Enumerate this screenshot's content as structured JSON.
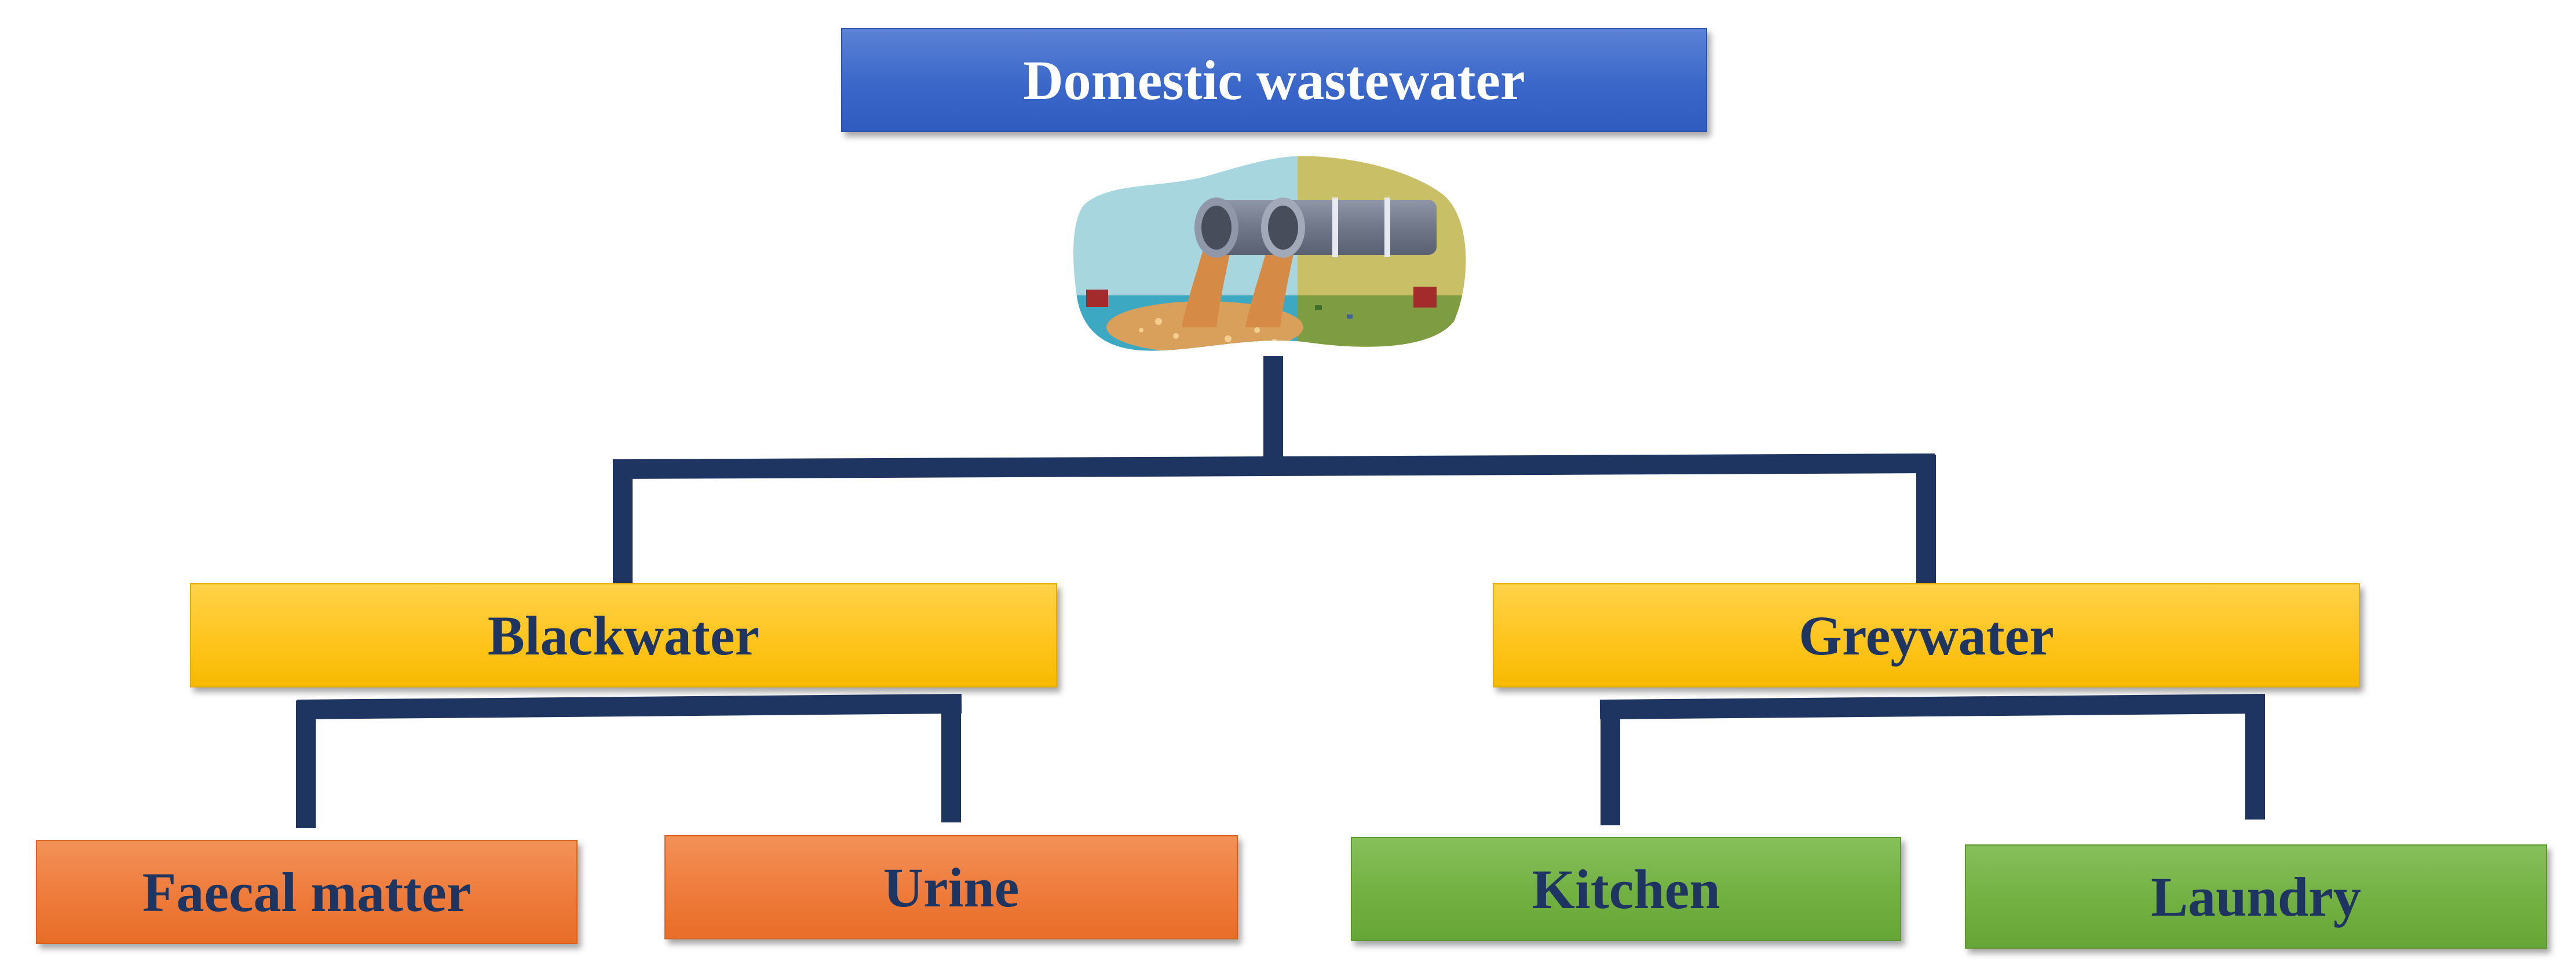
{
  "diagram": {
    "root": {
      "label": "Domestic wastewater"
    },
    "branches": [
      {
        "label": "Blackwater",
        "children": [
          {
            "label": "Faecal matter"
          },
          {
            "label": "Urine"
          }
        ]
      },
      {
        "label": "Greywater",
        "children": [
          {
            "label": "Kitchen"
          },
          {
            "label": "Laundry"
          }
        ]
      }
    ],
    "illustration": {
      "icon": "pipe-discharge-icon"
    },
    "colors": {
      "root_fill": "#3a67c9",
      "branch_fill": "#ffc51e",
      "blackwater_leaf_fill": "#ee7b3b",
      "greywater_leaf_fill": "#72b042",
      "connector": "#1f3561",
      "leaf_text": "#1f3561",
      "root_text": "#ffffff"
    }
  }
}
